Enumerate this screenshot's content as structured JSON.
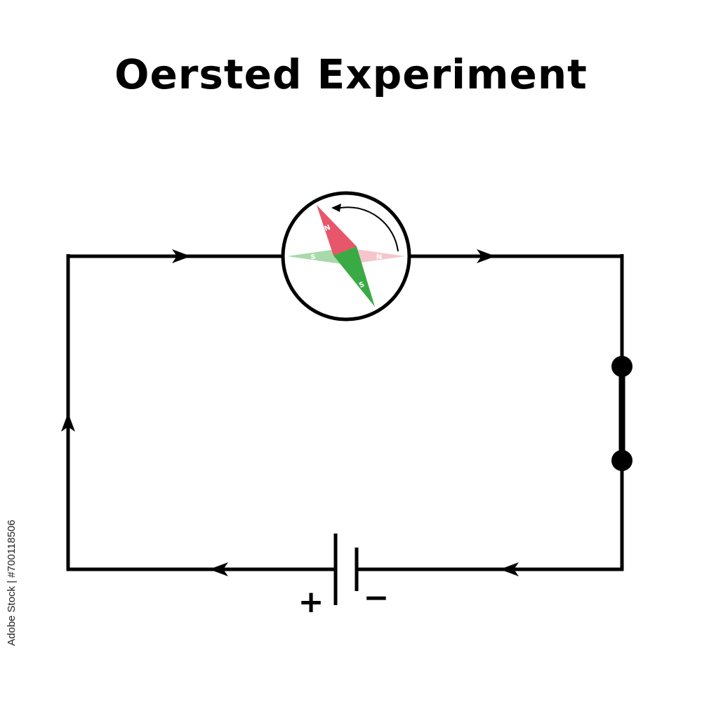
{
  "title": "Oersted Experiment",
  "battery": {
    "positive_label": "+",
    "negative_label": "−"
  },
  "compass": {
    "deflected_needle": {
      "north_label": "N",
      "south_label": "S"
    },
    "original_needle": {
      "north_label": "N",
      "south_label": "S"
    },
    "colors": {
      "deflected_north": "#e8566b",
      "deflected_south": "#3aaa45",
      "original_north": "#f5c5cc",
      "original_south": "#a8d9ab"
    }
  },
  "wire_color": "#000000",
  "watermark_id": "Adobe Stock | #700118506"
}
